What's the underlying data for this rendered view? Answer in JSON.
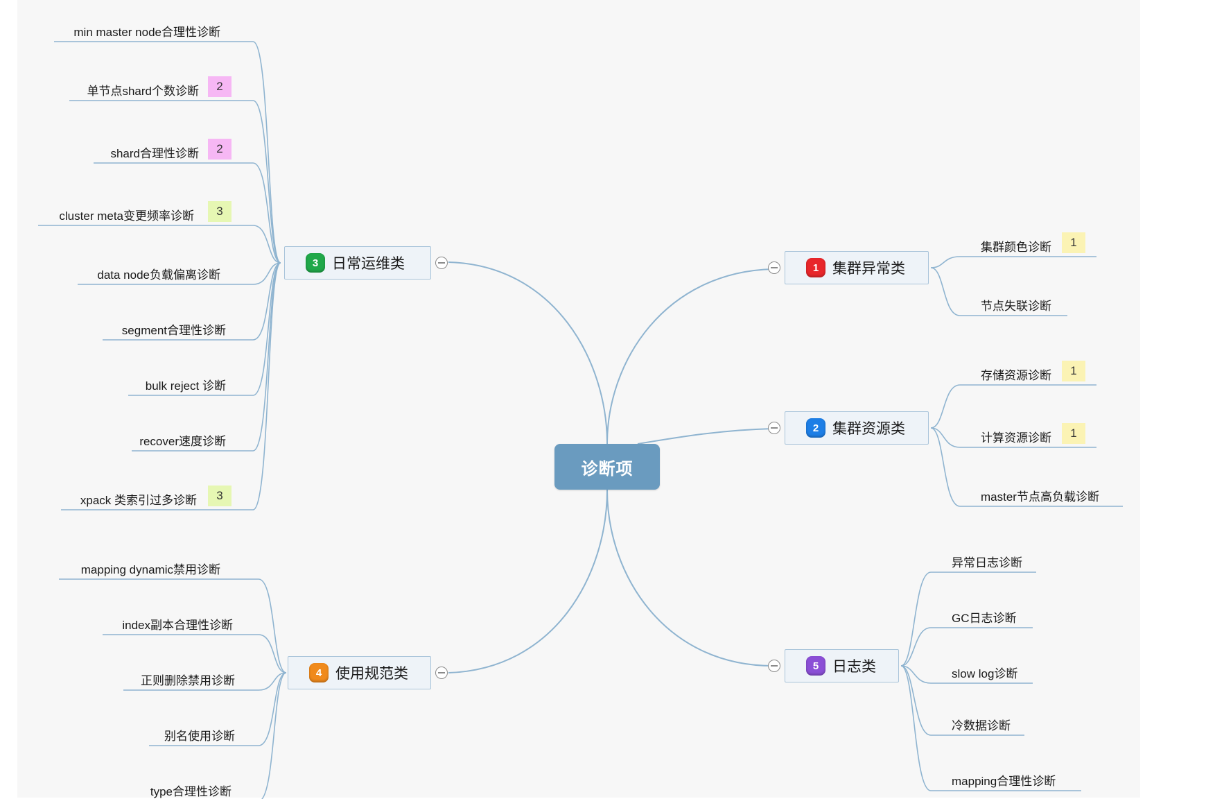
{
  "root": {
    "label": "诊断项"
  },
  "colors": {
    "edge": "#8fb4d0",
    "badge_red": "#e8262a",
    "badge_blue": "#1d7ee6",
    "badge_green": "#20a84a",
    "badge_orange": "#f08a1c",
    "badge_purple": "#8b4fd6",
    "prio_pink": "#f6b7f4",
    "prio_green": "#e6f7b3",
    "prio_yellow": "#fbf3b4"
  },
  "categories": [
    {
      "id": "daily",
      "number": "3",
      "label": "日常运维类",
      "badge_icon": "green-number-badge-icon",
      "leaves": [
        {
          "label": "min master node合理性诊断",
          "priority": ""
        },
        {
          "label": "单节点shard个数诊断",
          "priority": "2"
        },
        {
          "label": "shard合理性诊断",
          "priority": "2"
        },
        {
          "label": "cluster meta变更频率诊断",
          "priority": "3"
        },
        {
          "label": "data node负载偏离诊断",
          "priority": ""
        },
        {
          "label": "segment合理性诊断",
          "priority": ""
        },
        {
          "label": "bulk reject 诊断",
          "priority": ""
        },
        {
          "label": "recover速度诊断",
          "priority": ""
        },
        {
          "label": "xpack 类索引过多诊断",
          "priority": "3"
        }
      ]
    },
    {
      "id": "usage",
      "number": "4",
      "label": "使用规范类",
      "badge_icon": "orange-number-badge-icon",
      "leaves": [
        {
          "label": "mapping dynamic禁用诊断",
          "priority": ""
        },
        {
          "label": "index副本合理性诊断",
          "priority": ""
        },
        {
          "label": "正则删除禁用诊断",
          "priority": ""
        },
        {
          "label": "别名使用诊断",
          "priority": ""
        },
        {
          "label": "type合理性诊断",
          "priority": ""
        }
      ]
    },
    {
      "id": "anomaly",
      "number": "1",
      "label": "集群异常类",
      "badge_icon": "red-number-badge-icon",
      "leaves": [
        {
          "label": "集群颜色诊断",
          "priority": "1"
        },
        {
          "label": "节点失联诊断",
          "priority": ""
        }
      ]
    },
    {
      "id": "resource",
      "number": "2",
      "label": "集群资源类",
      "badge_icon": "blue-number-badge-icon",
      "leaves": [
        {
          "label": "存储资源诊断",
          "priority": "1"
        },
        {
          "label": "计算资源诊断",
          "priority": "1"
        },
        {
          "label": "master节点高负载诊断",
          "priority": ""
        }
      ]
    },
    {
      "id": "log",
      "number": "5",
      "label": "日志类",
      "badge_icon": "purple-number-badge-icon",
      "leaves": [
        {
          "label": "异常日志诊断",
          "priority": ""
        },
        {
          "label": "GC日志诊断",
          "priority": ""
        },
        {
          "label": "slow log诊断",
          "priority": ""
        },
        {
          "label": "冷数据诊断",
          "priority": ""
        },
        {
          "label": "mapping合理性诊断",
          "priority": ""
        }
      ]
    }
  ]
}
